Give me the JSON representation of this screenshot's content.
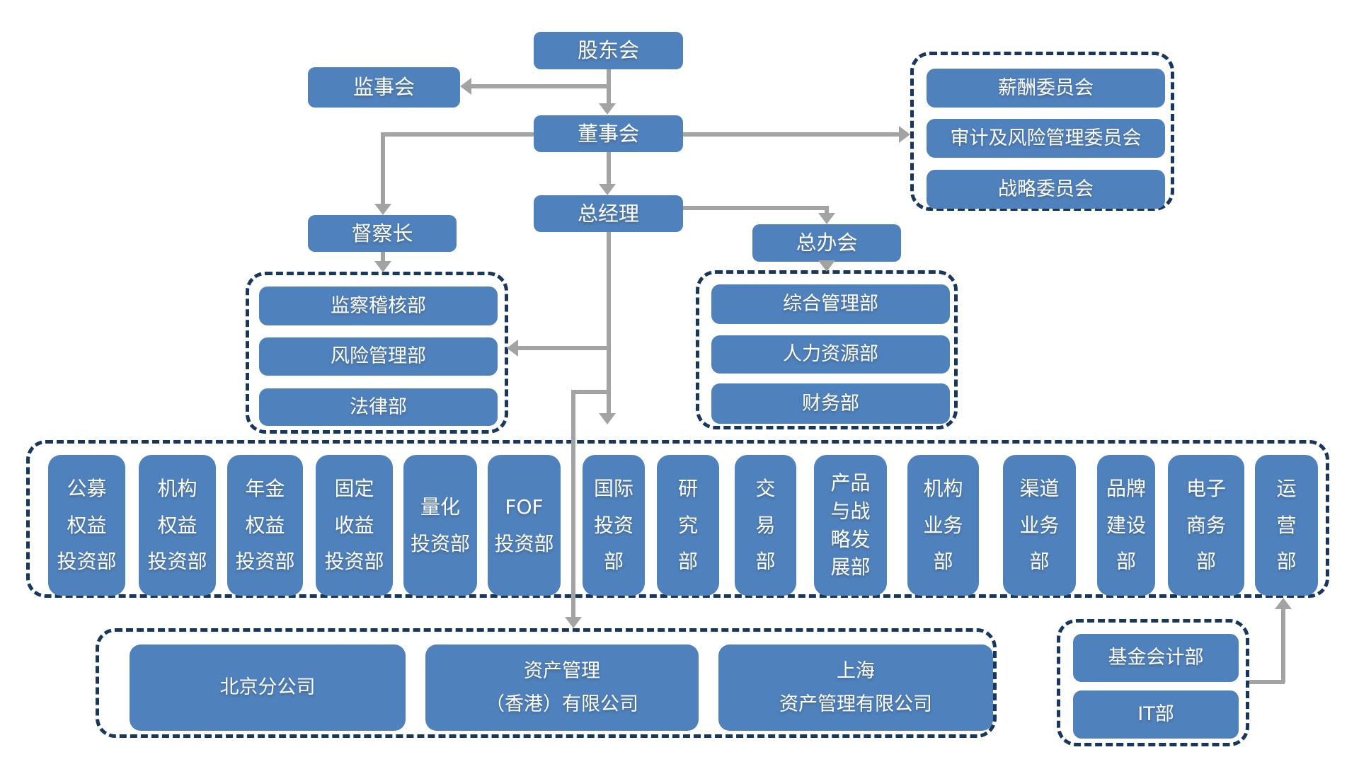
{
  "colors": {
    "box_fill": "#4f81bd",
    "group_dashed_border": "#17375e",
    "connector_gray": "#a3a3a3",
    "text": "#ffffff",
    "background": "#ffffff"
  },
  "nodes": {
    "shareholders_meeting": "股东会",
    "supervisory_board": "监事会",
    "board_of_directors": "董事会",
    "general_manager": "总经理",
    "chief_inspector": "督察长",
    "general_office_meeting": "总办会"
  },
  "committee_group": {
    "items": [
      "薪酬委员会",
      "审计及风险管理委员会",
      "战略委员会"
    ]
  },
  "inspection_group": {
    "items": [
      "监察稽核部",
      "风险管理部",
      "法律部"
    ]
  },
  "admin_group": {
    "items": [
      "综合管理部",
      "人力资源部",
      "财务部"
    ]
  },
  "department_group": {
    "items": [
      "公募\n权益\n投资部",
      "机构\n权益\n投资部",
      "年金\n权益\n投资部",
      "固定\n收益\n投资部",
      "量化\n投资部",
      "FOF\n投资部",
      "国际\n投资\n部",
      "研\n究\n部",
      "交\n易\n部",
      "产品\n与战\n略发\n展部",
      "机构\n业务\n部",
      "渠道\n业务\n部",
      "品牌\n建设\n部",
      "电子\n商务\n部",
      "运\n营\n部"
    ]
  },
  "subsidiary_group": {
    "items": [
      "北京分公司",
      "资产管理\n（香港）有限公司",
      "上海\n资产管理有限公司"
    ]
  },
  "fund_ops_group": {
    "items": [
      "基金会计部",
      "IT部"
    ]
  }
}
